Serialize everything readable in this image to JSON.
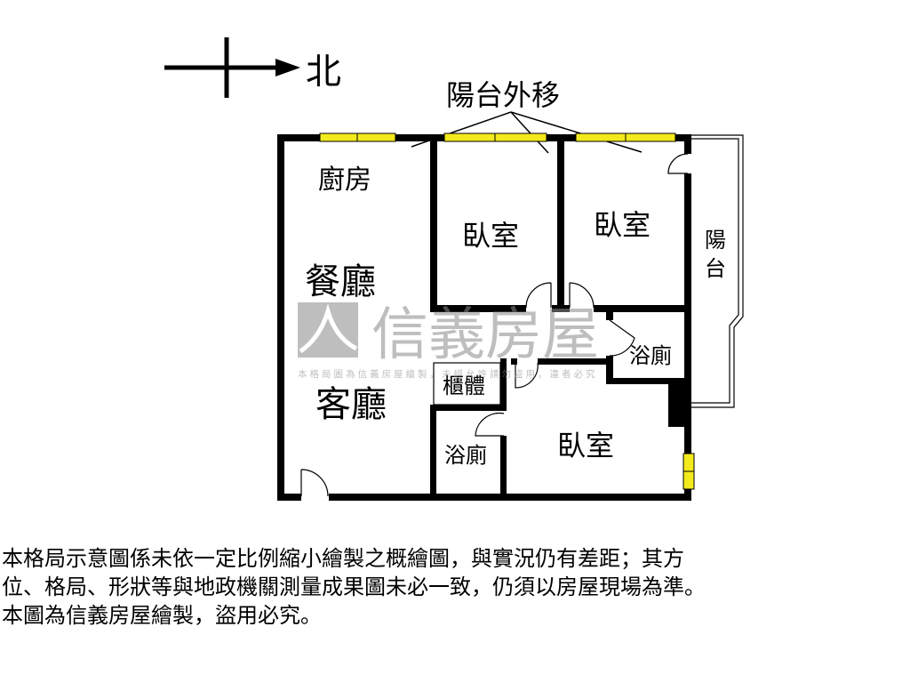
{
  "compass": {
    "label": "北"
  },
  "annotation": {
    "balcony_moved": "陽台外移"
  },
  "rooms": {
    "kitchen": "廚房",
    "dining": "餐廳",
    "living": "客廳",
    "bedroom_1": "臥室",
    "bedroom_2": "臥室",
    "bedroom_3": "臥室",
    "balcony_1": "陽",
    "balcony_2": "台",
    "bath_1": "浴廁",
    "bath_2": "浴廁",
    "cabinet": "櫃體"
  },
  "watermark": {
    "brand": "信義房屋",
    "notice": "本格局圖為信義房屋繪製，未經允許請勿盜用，違者必究"
  },
  "colors": {
    "wall": "#000000",
    "window": "#f2ea1c",
    "watermark": "#9a9a9a"
  },
  "disclaimer": {
    "line1": "本格局示意圖係未依一定比例縮小繪製之概繪圖，與實況仍有差距；其方",
    "line2": "位、格局、形狀等與地政機關測量成果圖未必一致，仍須以房屋現場為準。",
    "line3": "本圖為信義房屋繪製，盜用必究。"
  }
}
